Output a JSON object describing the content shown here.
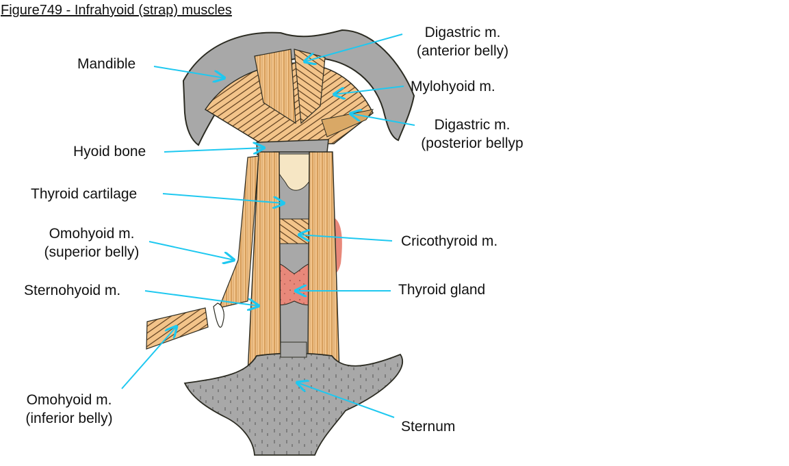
{
  "title": "Figure749 - Infrahyoid (strap) muscles",
  "colors": {
    "leader": "#1ec8f0",
    "bone": "#a8a8a8",
    "muscle": "#f3c48a",
    "muscle_stripe": "#c98e48",
    "cartilage_light": "#f6e6c4",
    "thyroid_gland": "#ea8a7c",
    "outline": "#2b2b22"
  },
  "labels": {
    "mandible": "Mandible",
    "hyoid_bone": "Hyoid bone",
    "thyroid_cartilage": "Thyroid cartilage",
    "omohyoid_superior_1": "Omohyoid m.",
    "omohyoid_superior_2": "(superior belly)",
    "sternohyoid": "Sternohyoid m.",
    "omohyoid_inferior_1": "Omohyoid m.",
    "omohyoid_inferior_2": "(inferior belly)",
    "digastric_anterior_1": "Digastric m.",
    "digastric_anterior_2": "(anterior belly)",
    "mylohyoid": "Mylohyoid m.",
    "digastric_posterior_1": "Digastric m.",
    "digastric_posterior_2": "(posterior bellyp",
    "cricothyroid": "Cricothyroid m.",
    "thyroid_gland": "Thyroid gland",
    "sternum": "Sternum"
  }
}
